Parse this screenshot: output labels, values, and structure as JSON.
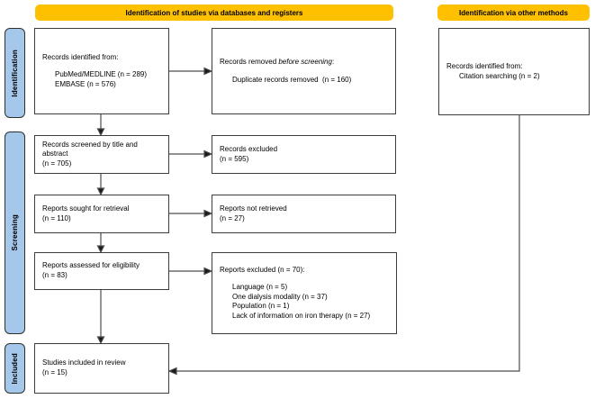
{
  "colors": {
    "banner_yellow": "#FFC000",
    "sidebar_blue": "#A5C8EA",
    "box_border": "#3d3d3d",
    "arrow": "#4d4d4d"
  },
  "banners": {
    "databases": "Identification of studies via databases and registers",
    "other_methods": "Identification via other methods"
  },
  "sidebar": {
    "identification": "Identification",
    "screening": "Screening",
    "included": "Included"
  },
  "flow": {
    "records_identified": {
      "title": "Records identified from:",
      "items": [
        "PubMed/MEDLINE (n = 289)",
        "EMBASE (n = 576)"
      ]
    },
    "records_removed": {
      "pre": "Records removed ",
      "italic": "before screening",
      "post": ":",
      "items": [
        "Duplicate records removed  (n = 160)"
      ]
    },
    "citation_records": {
      "title": "Records identified from:",
      "items": [
        "Citation searching (n = 2)"
      ]
    },
    "records_screened": {
      "lines": [
        "Records screened by title and abstract",
        "(n = 705)"
      ]
    },
    "records_excluded": {
      "lines": [
        "Records excluded",
        "(n = 595)"
      ]
    },
    "reports_sought": {
      "lines": [
        "Reports sought for retrieval",
        "(n = 110)"
      ]
    },
    "reports_not_retrieved": {
      "lines": [
        "Reports not retrieved",
        "(n = 27)"
      ]
    },
    "reports_assessed": {
      "lines": [
        "Reports assessed for eligibility",
        "(n = 83)"
      ]
    },
    "reports_excluded": {
      "title": "Reports excluded (n = 70):",
      "items": [
        "Language (n = 5)",
        "One dialysis modality (n = 37)",
        "Population (n = 1)",
        "Lack of information on iron therapy (n = 27)"
      ]
    },
    "studies_included": {
      "lines": [
        "Studies included in review",
        "(n = 15)"
      ]
    }
  }
}
